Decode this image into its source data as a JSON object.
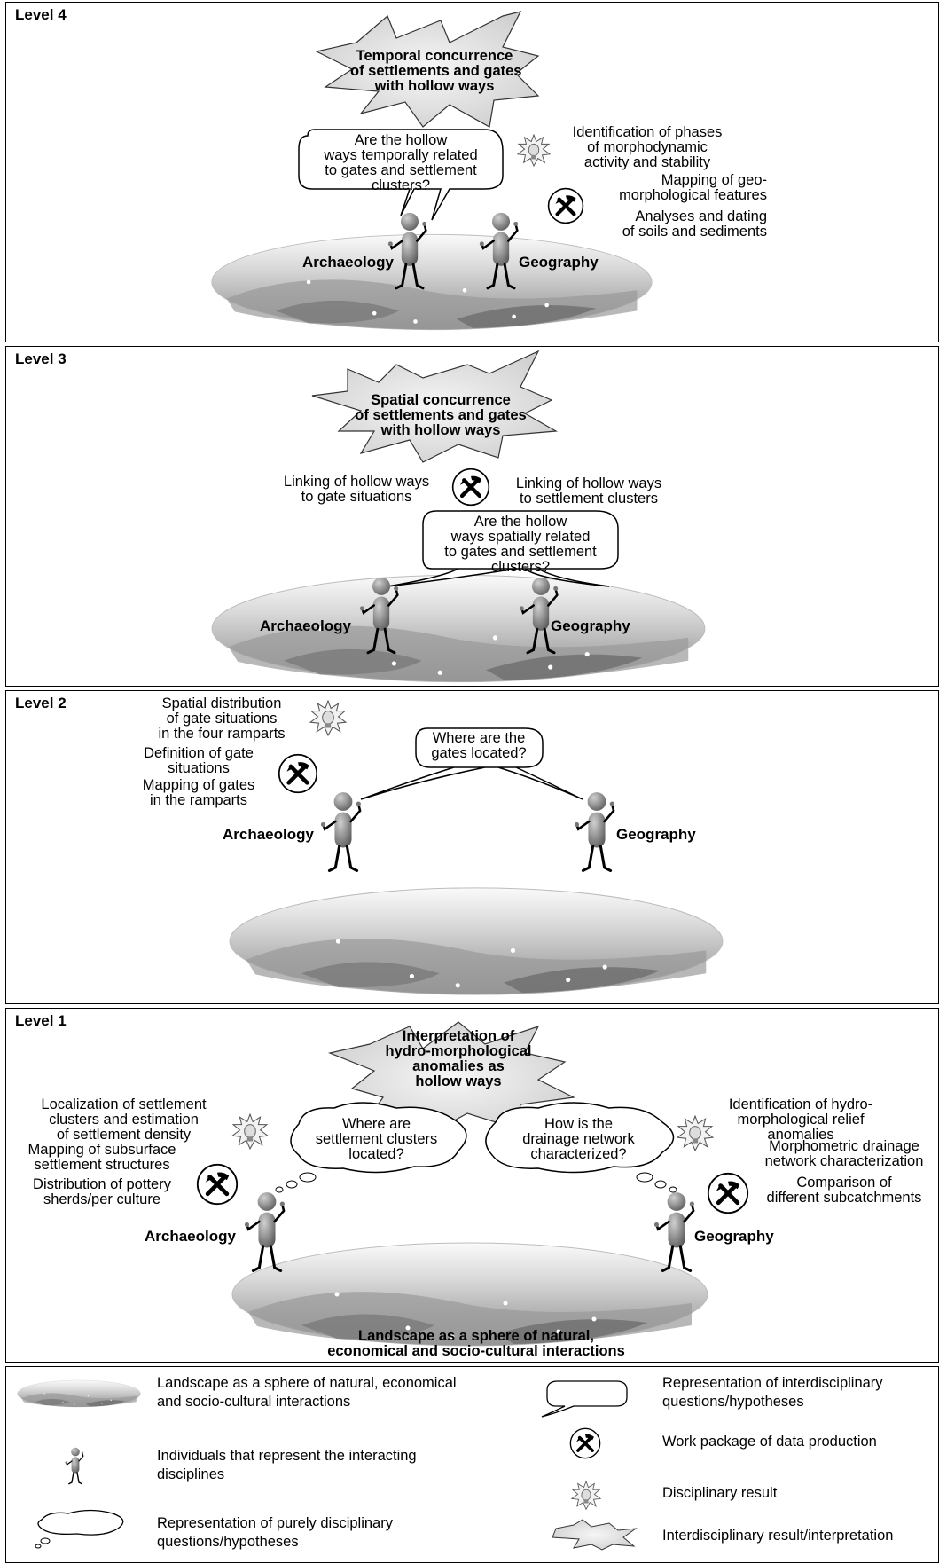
{
  "levels": [
    {
      "label": "Level 4",
      "interdisciplinary_result": "Temporal concurrence\nof settlements and gates\nwith hollow ways",
      "question": "Are the hollow\nways temporally related\nto gates and settlement\nclusters?",
      "disciplinary_result": "Identification of phases\nof morphodynamic\nactivity and stability",
      "work_1": "Mapping of geo-\nmorphological features",
      "work_2": "Analyses and dating\nof soils and sediments",
      "discipline_left": "Archaeology",
      "discipline_right": "Geography"
    },
    {
      "label": "Level 3",
      "interdisciplinary_result": "Spatial concurrence\nof settlements and gates\nwith hollow ways",
      "work_left": "Linking of hollow ways\nto gate situations",
      "work_right": "Linking of hollow ways\nto settlement clusters",
      "question": "Are the hollow\nways spatially related\nto gates and settlement\nclusters?",
      "discipline_left": "Archaeology",
      "discipline_right": "Geography"
    },
    {
      "label": "Level 2",
      "disciplinary_result": "Spatial distribution\nof gate situations\nin the four ramparts",
      "work_1": "Definition of gate\nsituations",
      "work_2": "Mapping of gates\nin the ramparts",
      "question": "Where are the\ngates located?",
      "discipline_left": "Archaeology",
      "discipline_right": "Geography"
    },
    {
      "label": "Level 1",
      "interdisciplinary_result": "Interpretation of\nhydro-morphological\nanomalies as\nhollow ways",
      "left_result": "Localization of settlement\nclusters and estimation\nof settlement density",
      "left_work_1": "Mapping of subsurface\nsettlement structures",
      "left_work_2": "Distribution of pottery\nsherds/per culture",
      "left_question": "Where are\nsettlement clusters\nlocated?",
      "right_question": "How is the\ndrainage network\ncharacterized?",
      "right_result": "Identification of hydro-\nmorphological relief\nanomalies",
      "right_work_1": "Morphometric drainage\nnetwork characterization",
      "right_work_2": "Comparison of\ndifferent subcatchments",
      "discipline_left": "Archaeology",
      "discipline_right": "Geography",
      "landscape_caption": "Landscape as a sphere of natural,\neconomical and socio-cultural interactions"
    }
  ],
  "legend": {
    "landscape": "Landscape as a sphere of natural, economical\nand socio-cultural interactions",
    "individuals": "Individuals that represent the interacting\ndisciplines",
    "disciplinary_question": "Representation of purely disciplinary\nquestions/hypotheses",
    "interdisciplinary_question": "Representation of interdisciplinary\nquestions/hypotheses",
    "work_package": "Work package of data production",
    "disciplinary_result": "Disciplinary result",
    "interdisciplinary_result": "Interdisciplinary result/interpretation"
  },
  "colors": {
    "landscape_light": "#f2f2f2",
    "landscape_dark": "#8a8a8a",
    "figure": "#7a7a7a",
    "burst": "#e3e3e3"
  }
}
